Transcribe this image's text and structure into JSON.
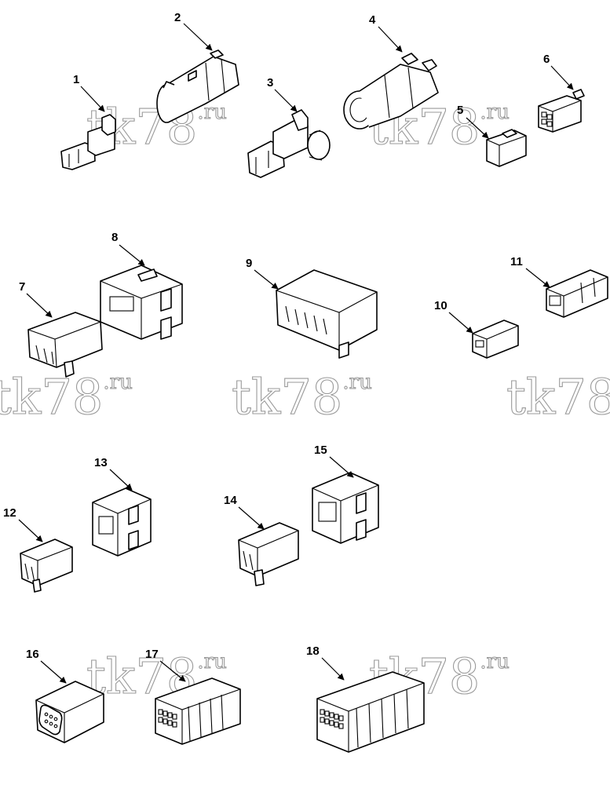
{
  "diagram": {
    "type": "exploded parts catalog",
    "line_color": "#000000",
    "watermark_color": "#9a9a9a",
    "watermark_text": "tk78",
    "watermark_suffix": ".ru",
    "callouts": [
      "1",
      "2",
      "3",
      "4",
      "5",
      "6",
      "7",
      "8",
      "9",
      "10",
      "11",
      "12",
      "13",
      "14",
      "15",
      "16",
      "17",
      "18"
    ]
  }
}
